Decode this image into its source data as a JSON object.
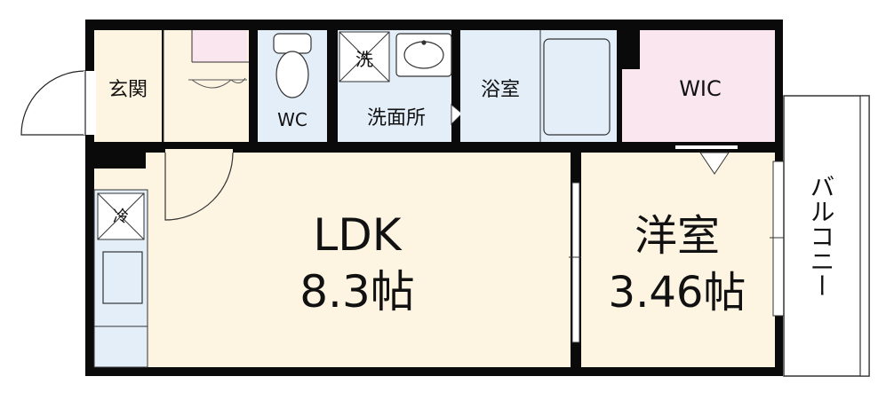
{
  "rooms": {
    "genkan": "玄関",
    "wc": "WC",
    "sentaku": "洗",
    "senmenjo": "洗面所",
    "yokushitsu": "浴室",
    "wic": "WIC",
    "rei": "冷",
    "ldk_name": "LDK",
    "ldk_size": "8.3帖",
    "youshitsu_name": "洋室",
    "youshitsu_size": "3.46帖",
    "balcony": "バルコニー"
  },
  "colors": {
    "wall": "#0a0a0a",
    "living": "#fdf4e2",
    "wet_area": "#e3eef9",
    "closet_pink": "#f9e6ee",
    "balcony": "#ffffff"
  }
}
